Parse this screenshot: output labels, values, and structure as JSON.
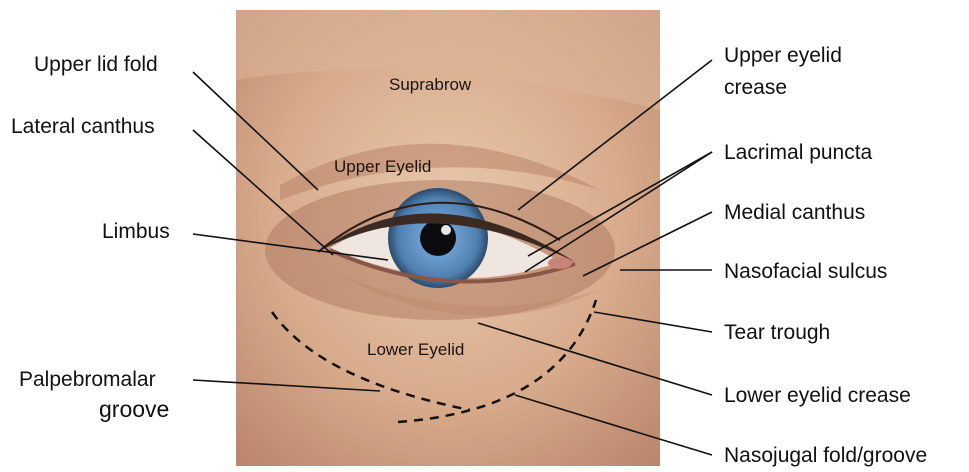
{
  "diagram": {
    "photo_labels": {
      "suprabrow": "Suprabrow",
      "upper_eyelid": "Upper Eyelid",
      "lower_eyelid": "Lower Eyelid"
    },
    "left_labels": {
      "upper_lid_fold": "Upper lid fold",
      "lateral_canthus": "Lateral canthus",
      "limbus": "Limbus",
      "palpebromalar_line1": "Palpebromalar",
      "palpebromalar_line2": "groove"
    },
    "right_labels": {
      "upper_eyelid_crease_line1": "Upper eyelid",
      "upper_eyelid_crease_line2": "crease",
      "lacrimal_puncta": "Lacrimal puncta",
      "medial_canthus": "Medial canthus",
      "nasofacial_sulcus": "Nasofacial sulcus",
      "tear_trough": "Tear trough",
      "lower_eyelid_crease": "Lower eyelid crease",
      "nasojugal": "Nasojugal fold/groove"
    },
    "colors": {
      "skin_light": "#e8c6a9",
      "skin_mid": "#cf9f80",
      "skin_dark": "#a8715a",
      "iris": "#5b8dbf",
      "leader": "#111111"
    }
  }
}
